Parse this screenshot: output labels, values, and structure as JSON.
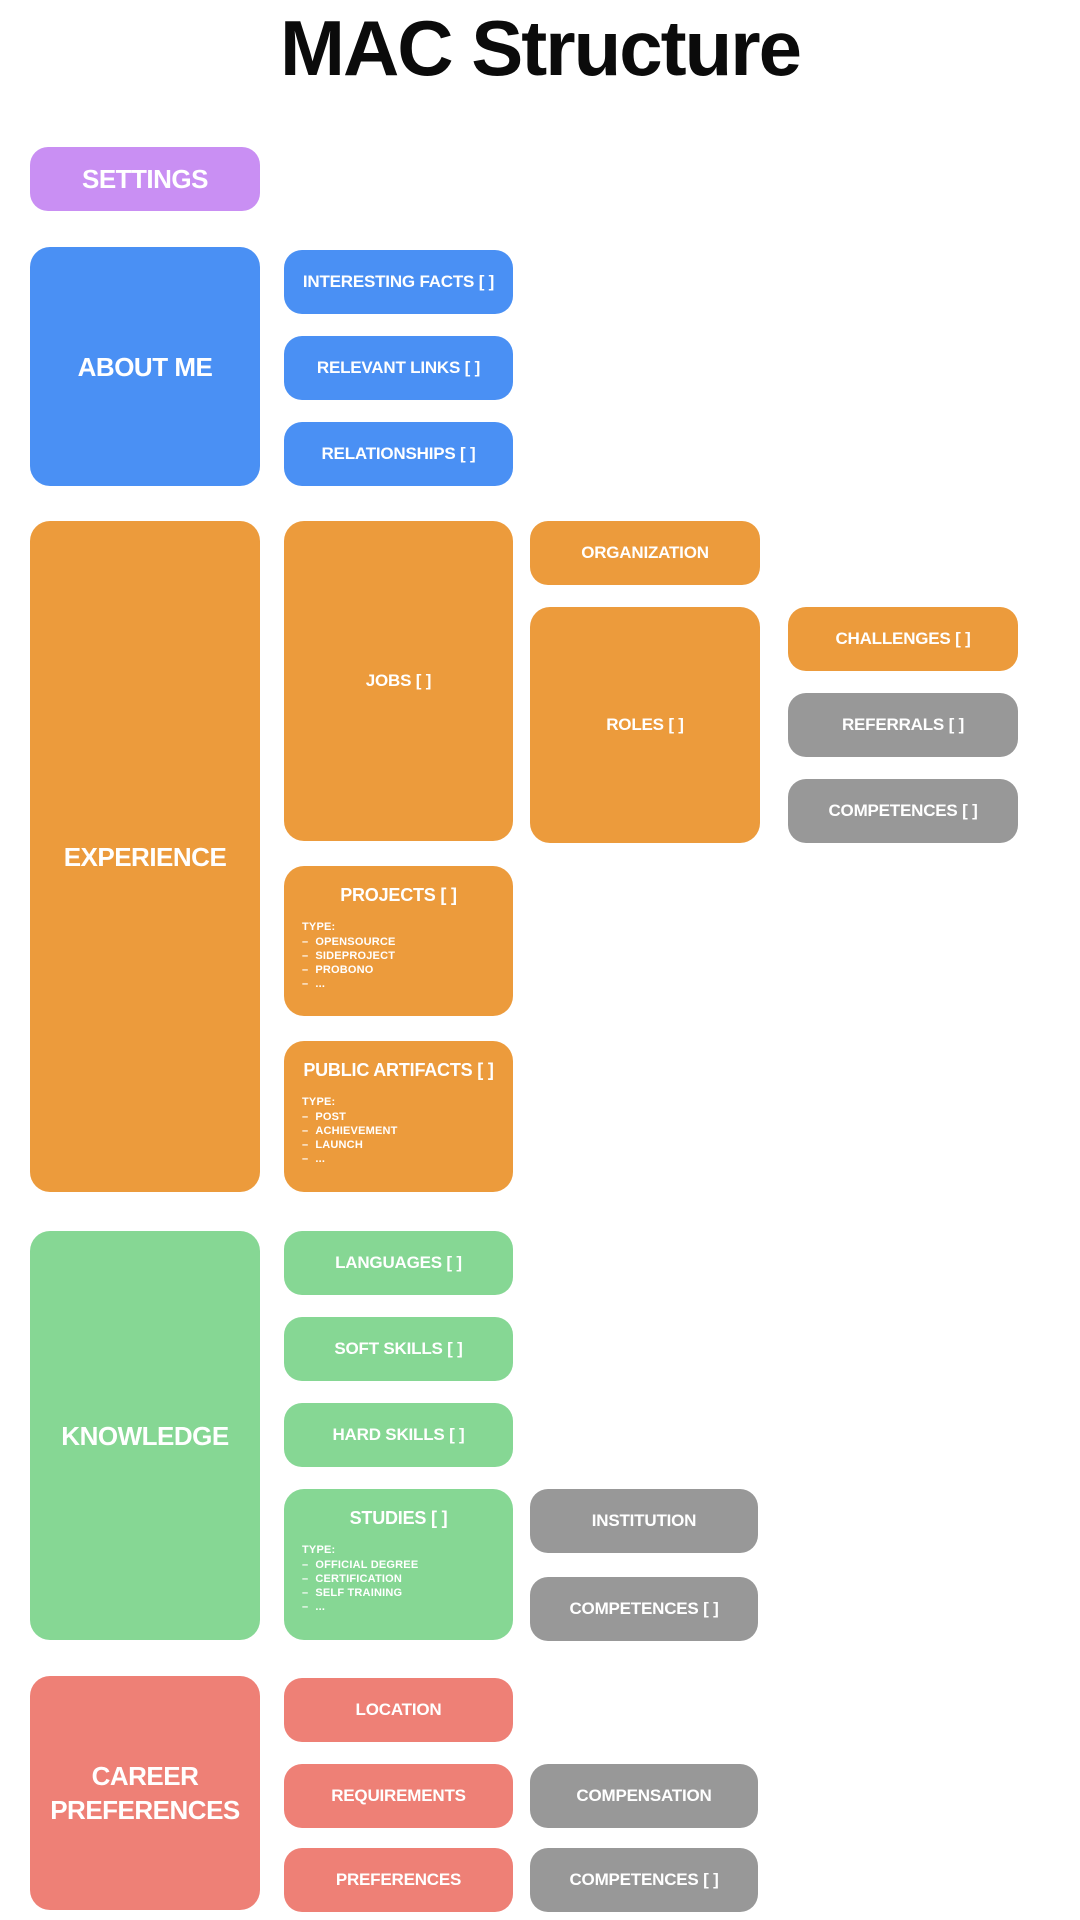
{
  "title": "MAC Structure",
  "colors": {
    "settings_purple": "#c98ff3",
    "about_blue": "#4a90f4",
    "experience_orange": "#ec9b3c",
    "knowledge_green": "#86d794",
    "career_salmon": "#ee8076",
    "secondary_gray": "#989898",
    "node_text": "#ffffff",
    "title_text": "#0b0b0b",
    "background": "#ffffff"
  },
  "settings": {
    "label": "SETTINGS"
  },
  "about_me": {
    "label": "ABOUT ME",
    "interesting_facts": "INTERESTING FACTS [ ]",
    "relevant_links": "RELEVANT LINKS [ ]",
    "relationships": "RELATIONSHIPS [ ]"
  },
  "experience": {
    "label": "EXPERIENCE",
    "jobs": {
      "label": "JOBS [ ]",
      "organization": "ORGANIZATION",
      "roles": {
        "label": "ROLES [ ]",
        "challenges": "CHALLENGES [ ]",
        "referrals": "REFERRALS [ ]",
        "competences": "COMPETENCES [ ]"
      }
    },
    "projects": {
      "label": "PROJECTS [ ]",
      "type_label": "TYPE:",
      "types": [
        "OPENSOURCE",
        "SIDEPROJECT",
        "PROBONO",
        "..."
      ]
    },
    "public_artifacts": {
      "label": "PUBLIC ARTIFACTS [ ]",
      "type_label": "TYPE:",
      "types": [
        "POST",
        "ACHIEVEMENT",
        "LAUNCH",
        "..."
      ]
    }
  },
  "knowledge": {
    "label": "KNOWLEDGE",
    "languages": "LANGUAGES [ ]",
    "soft_skills": "SOFT SKILLS [ ]",
    "hard_skills": "HARD SKILLS [ ]",
    "studies": {
      "label": "STUDIES [ ]",
      "type_label": "TYPE:",
      "types": [
        "OFFICIAL DEGREE",
        "CERTIFICATION",
        "SELF TRAINING",
        "..."
      ],
      "institution": "INSTITUTION",
      "competences": "COMPETENCES [ ]"
    }
  },
  "career_preferences": {
    "label": "CAREER PREFERENCES",
    "location": "LOCATION",
    "requirements": {
      "label": "REQUIREMENTS",
      "compensation": "COMPENSATION"
    },
    "preferences": {
      "label": "PREFERENCES",
      "competences": "COMPETENCES [ ]"
    }
  }
}
